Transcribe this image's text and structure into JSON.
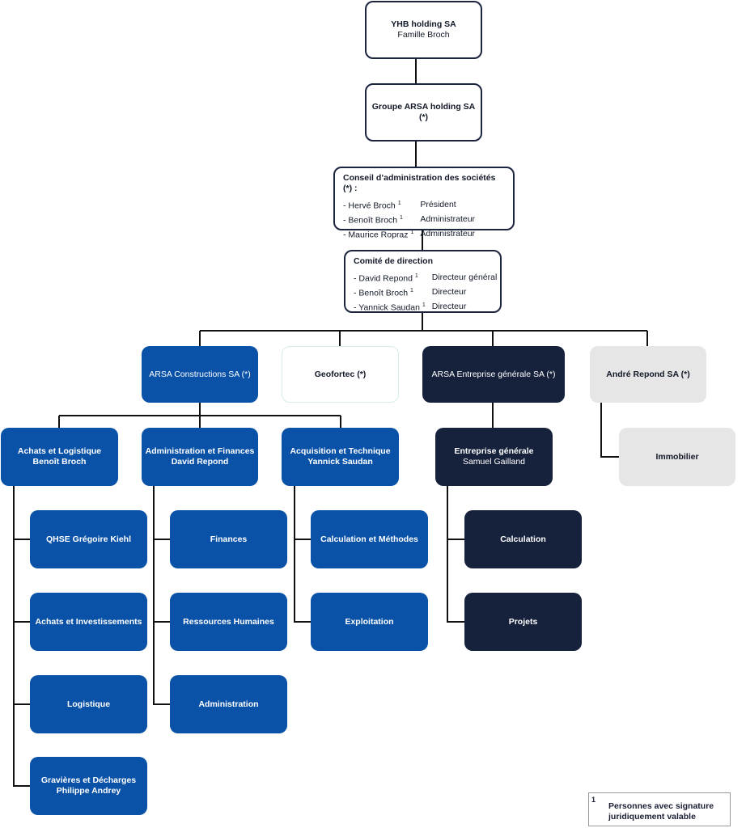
{
  "holding": {
    "name": "YHB holding SA",
    "sub": "Famille Broch"
  },
  "groupe": {
    "name": "Groupe ARSA holding SA (*)"
  },
  "conseil": {
    "title": "Conseil d’administration des sociétés (*) :",
    "members": [
      {
        "name": "- Hervé Broch",
        "sup": "1",
        "role": "Président"
      },
      {
        "name": "- Benoît Broch",
        "sup": "1",
        "role": "Administrateur"
      },
      {
        "name": "- Maurice Ropraz",
        "sup": "1",
        "role": "Administrateur"
      }
    ]
  },
  "comite": {
    "title": "Comité de direction",
    "members": [
      {
        "name": "- David Repond",
        "sup": "1",
        "role": "Directeur général"
      },
      {
        "name": "- Benoît Broch",
        "sup": "1",
        "role": "Directeur"
      },
      {
        "name": "- Yannick Saudan",
        "sup": "1",
        "role": "Directeur"
      }
    ]
  },
  "companies": {
    "constructions": "ARSA Constructions SA (*)",
    "geofortec": "Geofortec (*)",
    "entreprise": "ARSA Entreprise générale SA (*)",
    "repond": "André Repond SA (*)"
  },
  "departments": {
    "achats": {
      "name": "Achats et Logistique",
      "head": "Benoît Broch"
    },
    "admin": {
      "name": "Administration et Finances",
      "head": "David Repond"
    },
    "acquisition": {
      "name": "Acquisition et Technique",
      "head": "Yannick Saudan"
    },
    "generale": {
      "name": "Entreprise générale",
      "head": "Samuel Gailland"
    },
    "immobilier": "Immobilier"
  },
  "units": {
    "achats": [
      "QHSE Grégoire Kiehl",
      "Achats et Investissements",
      "Logistique"
    ],
    "gravieres": {
      "name": "Gravières et Décharges",
      "head": "Philippe Andrey"
    },
    "admin": [
      "Finances",
      "Ressources Humaines",
      "Administration"
    ],
    "acquisition": [
      "Calculation et Méthodes",
      "Exploitation"
    ],
    "generale": [
      "Calculation",
      "Projets"
    ]
  },
  "legend": {
    "number": "1",
    "line1": "Personnes avec signature",
    "line2": "juridiquement valable"
  }
}
